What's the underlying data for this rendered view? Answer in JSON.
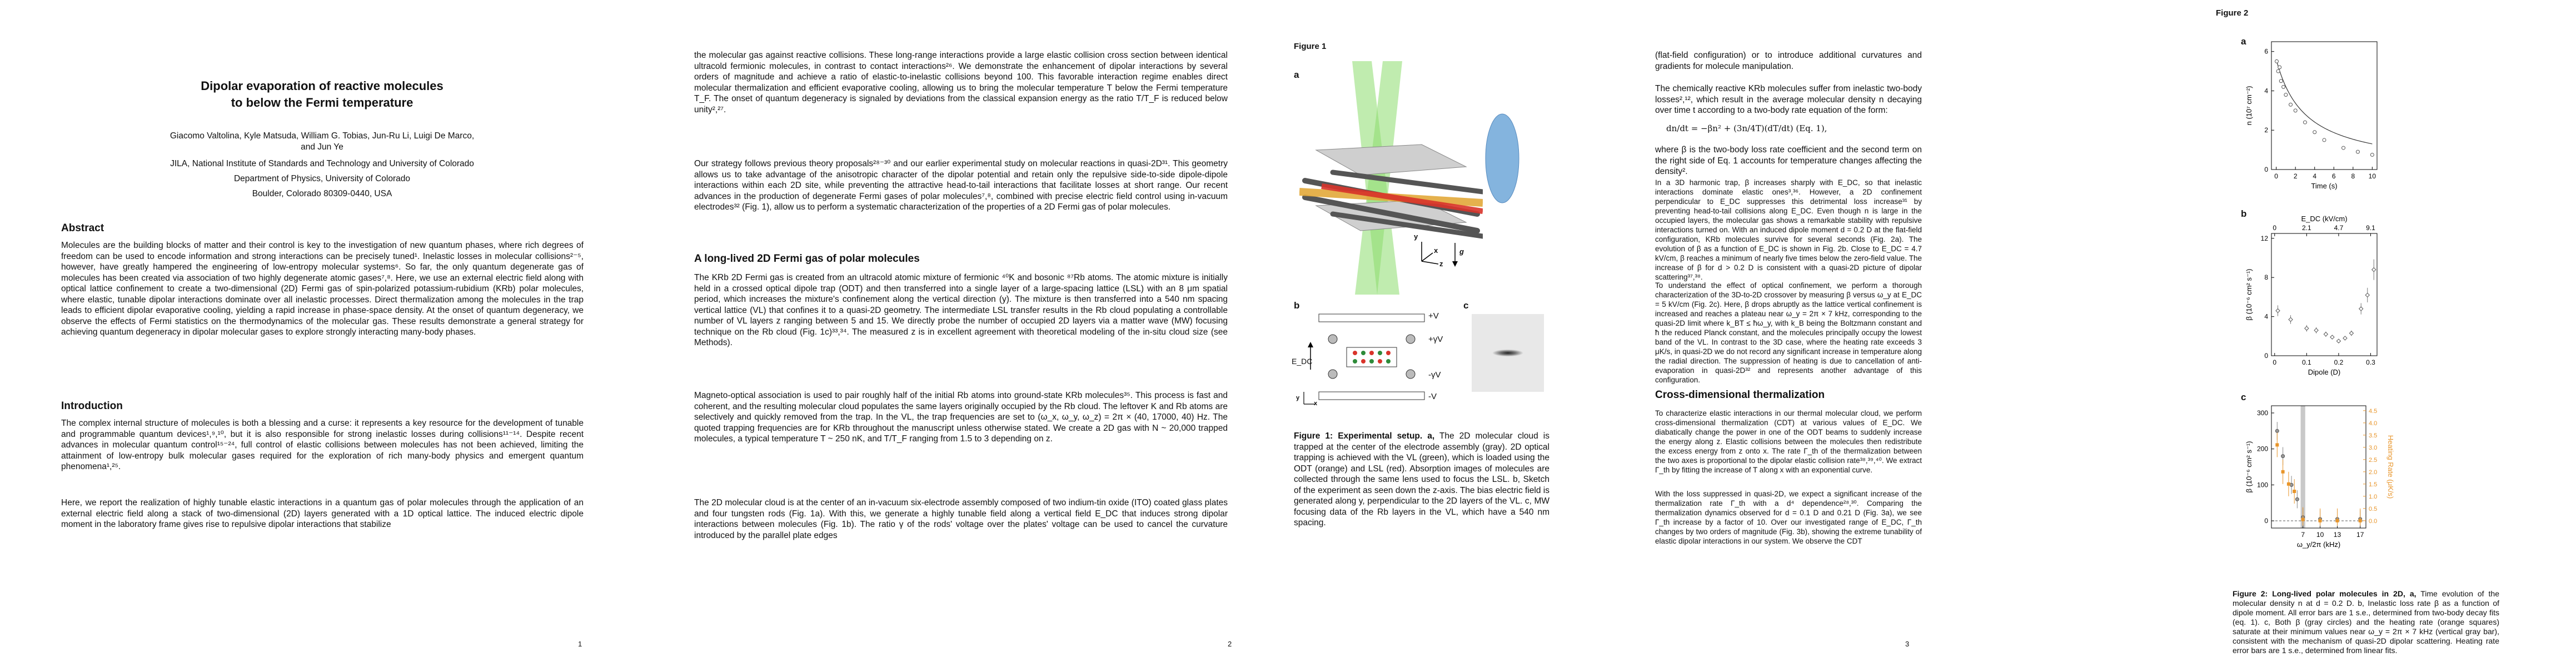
{
  "page1": {
    "title_line1": "Dipolar evaporation of reactive molecules",
    "title_line2": "to below the Fermi temperature",
    "authors": "Giacomo Valtolina, Kyle Matsuda, William G. Tobias, Jun-Ru Li, Luigi De Marco, and Jun Ye",
    "affil1": "JILA, National Institute of Standards and Technology and University of Colorado",
    "affil2": "Department of Physics, University of Colorado",
    "affil3": "Boulder, Colorado 80309-0440, USA",
    "abstract_heading": "Abstract",
    "abstract": "Molecules are the building blocks of matter and their control is key to the investigation of new quantum phases, where rich degrees of freedom can be used to encode information and strong interactions can be precisely tuned¹. Inelastic losses in molecular collisions²⁻⁵, however, have greatly hampered the engineering of low-entropy molecular systems⁶. So far, the only quantum degenerate gas of molecules has been created via association of two highly degenerate atomic gases⁷,⁸. Here, we use an external electric field along with optical lattice confinement to create a two-dimensional (2D) Fermi gas of spin-polarized potassium-rubidium (KRb) polar molecules, where elastic, tunable dipolar interactions dominate over all inelastic processes. Direct thermalization among the molecules in the trap leads to efficient dipolar evaporative cooling, yielding a rapid increase in phase-space density. At the onset of quantum degeneracy, we observe the effects of Fermi statistics on the thermodynamics of the molecular gas. These results demonstrate a general strategy for achieving quantum degeneracy in dipolar molecular gases to explore strongly interacting many-body phases.",
    "intro_heading": "Introduction",
    "intro_p1": "The complex internal structure of molecules is both a blessing and a curse: it represents a key resource for the development of tunable and programmable quantum devices¹,⁹,¹⁰, but it is also responsible for strong inelastic losses during collisions¹¹⁻¹⁴. Despite recent advances in molecular quantum control¹⁵⁻²⁴, full control of elastic collisions between molecules has not been achieved, limiting the attainment of low-entropy bulk molecular gases required for the exploration of rich many-body physics and emergent quantum phenomena¹,²⁵.",
    "intro_p2": "Here, we report the realization of highly tunable elastic interactions in a quantum gas of polar molecules through the application of an external electric field along a stack of two-dimensional (2D) layers generated with a 1D optical lattice. The induced electric dipole moment in the laboratory frame gives rise to repulsive dipolar interactions that stabilize",
    "page_number": "1"
  },
  "page2": {
    "p1": "the molecular gas against reactive collisions. These long-range interactions provide a large elastic collision cross section between identical ultracold fermionic molecules, in contrast to contact interactions²⁶. We demonstrate the enhancement of dipolar interactions by several orders of magnitude and achieve a ratio of elastic-to-inelastic collisions beyond 100. This favorable interaction regime enables direct molecular thermalization and efficient evaporative cooling, allowing us to bring the molecular temperature T below the Fermi temperature T_F. The onset of quantum degeneracy is signaled by deviations from the classical expansion energy as the ratio T/T_F is reduced below unity²,²⁷.",
    "p2": "Our strategy follows previous theory proposals²⁸⁻³⁰ and our earlier experimental study on molecular reactions in quasi-2D³¹. This geometry allows us to take advantage of the anisotropic character of the dipolar potential and retain only the repulsive side-to-side dipole-dipole interactions within each 2D site, while preventing the attractive head-to-tail interactions that facilitate losses at short range. Our recent advances in the production of degenerate Fermi gases of polar molecules⁷,⁸, combined with precise electric field control using in-vacuum electrodes³² (Fig. 1), allow us to perform a systematic characterization of the properties of a 2D Fermi gas of polar molecules.",
    "heading": "A long-lived 2D Fermi gas of polar molecules",
    "p3": "The KRb 2D Fermi gas is created from an ultracold atomic mixture of fermionic ⁴⁰K and bosonic ⁸⁷Rb atoms. The atomic mixture is initially held in a crossed optical dipole trap (ODT) and then transferred into a single layer of a large-spacing lattice (LSL) with an 8 μm spatial period, which increases the mixture's confinement along the vertical direction (y). The mixture is then transferred into a 540 nm spacing vertical lattice (VL) that confines it to a quasi-2D geometry. The intermediate LSL transfer results in the Rb cloud populating a controllable number of VL layers z ranging between 5 and 15. We directly probe the number of occupied 2D layers via a matter wave (MW) focusing technique on the Rb cloud (Fig. 1c)³³,³⁴. The measured z is in excellent agreement with theoretical modeling of the in-situ cloud size (see Methods).",
    "p4": "Magneto-optical association is used to pair roughly half of the initial Rb atoms into ground-state KRb molecules³⁵. This process is fast and coherent, and the resulting molecular cloud populates the same layers originally occupied by the Rb cloud. The leftover K and Rb atoms are selectively and quickly removed from the trap. In the VL, the trap frequencies are set to (ω_x, ω_y, ω_z) = 2π × (40, 17000, 40) Hz. The quoted trapping frequencies are for KRb throughout the manuscript unless otherwise stated. We create a 2D gas with N ~ 20,000 trapped molecules, a typical temperature T ~ 250 nK, and T/T_F ranging from 1.5 to 3 depending on z.",
    "p5": "The 2D molecular cloud is at the center of an in-vacuum six-electrode assembly composed of two indium-tin oxide (ITO) coated glass plates and four tungsten rods (Fig. 1a). With this, we generate a highly tunable field along a vertical field E_DC that induces strong dipolar interactions between molecules (Fig. 1b). The ratio γ of the rods' voltage over the plates' voltage can be used to cancel the curvature introduced by the parallel plate edges",
    "page_number": "2"
  },
  "figure1": {
    "label": "Figure 1",
    "panel_a": "a",
    "panel_b": "b",
    "panel_c": "c",
    "axis_x": "x",
    "axis_y": "y",
    "axis_z": "z",
    "gravity": "g",
    "plus_v": "+V",
    "plus_gv": "+γV",
    "minus_gv": "-γV",
    "minus_v": "-V",
    "edc": "E_DC",
    "caption_bold": "Figure 1: Experimental setup. a,",
    "caption": "The 2D molecular cloud is trapped at the center of the electrode assembly (gray). 2D optical trapping is achieved with the VL (green), which is loaded using the ODT (orange) and LSL (red). Absorption images of molecules are collected through the same lens used to focus the LSL. b, Sketch of the experiment as seen down the z-axis. The bias electric field is generated along y, perpendicular to the 2D layers of the VL. c, MW focusing data of the Rb layers in the VL, which have a 540 nm spacing."
  },
  "page3": {
    "p1": "(flat-field configuration) or to introduce additional curvatures and gradients for molecule manipulation.",
    "p2": "The chemically reactive KRb molecules suffer from inelastic two-body losses²,¹², which result in the average molecular density n decaying over time t according to a two-body rate equation of the form:",
    "equation": "dn/dt = −βn² + (3n/4T)(dT/dt)        (Eq. 1),",
    "p3": "where β is the two-body loss rate coefficient and the second term on the right side of Eq. 1 accounts for temperature changes affecting the density².",
    "p4": "In a 3D harmonic trap, β increases sharply with E_DC, so that inelastic interactions dominate elastic ones³,³⁶. However, a 2D confinement perpendicular to E_DC suppresses this detrimental loss increase³¹ by preventing head-to-tail collisions along E_DC. Even though n is large in the occupied layers, the molecular gas shows a remarkable stability with repulsive interactions turned on. With an induced dipole moment d = 0.2 D at the flat-field configuration, KRb molecules survive for several seconds (Fig. 2a). The evolution of β as a function of E_DC is shown in Fig. 2b. Close to E_DC = 4.7 kV/cm, β reaches a minimum of nearly five times below the zero-field value. The increase of β for d > 0.2 D is consistent with a quasi-2D picture of dipolar scattering³⁷,³⁸.",
    "p5": "To understand the effect of optical confinement, we perform a thorough characterization of the 3D-to-2D crossover by measuring β versus ω_y at E_DC = 5 kV/cm (Fig. 2c). Here, β drops abruptly as the lattice vertical confinement is increased and reaches a plateau near ω_y = 2π × 7 kHz, corresponding to the quasi-2D limit where k_BT ≤ ħω_y, with k_B being the Boltzmann constant and ħ the reduced Planck constant, and the molecules principally occupy the lowest band of the VL. In contrast to the 3D case, where the heating rate exceeds 3 μK/s, in quasi-2D we do not record any significant increase in temperature along the radial direction. The suppression of heating is due to cancellation of anti-evaporation in quasi-2D³² and represents another advantage of this configuration.",
    "heading": "Cross-dimensional thermalization",
    "p6": "To characterize elastic interactions in our thermal molecular cloud, we perform cross-dimensional thermalization (CDT) at various values of E_DC. We diabatically change the power in one of the ODT beams to suddenly increase the energy along z. Elastic collisions between the molecules then redistribute the excess energy from z onto x. The rate Γ_th of the thermalization between the two axes is proportional to the dipolar elastic collision rate³⁸,³⁹,⁴⁰. We extract Γ_th by fitting the increase of T along x with an exponential curve.",
    "p7": "With the loss suppressed in quasi-2D, we expect a significant increase of the thermalization rate Γ_th with a d⁴ dependence²⁸,³⁰. Comparing the thermalization dynamics observed for d = 0.1 D and 0.21 D (Fig. 3a), we see Γ_th increase by a factor of 10. Over our investigated range of E_DC, Γ_th changes by two orders of magnitude (Fig. 3b), showing the extreme tunability of elastic dipolar interactions in our system. We observe the CDT",
    "page_number": "3"
  },
  "figure2": {
    "label": "Figure 2",
    "caption_bold": "Figure 2: Long-lived polar molecules in 2D, a,",
    "caption": "Time evolution of the molecular density n at d = 0.2 D. b, Inelastic loss rate β as a function of dipole moment. All error bars are 1 s.e., determined from two-body decay fits (eq. 1). c, Both β (gray circles) and the heating rate (orange squares) saturate at their minimum values near ω_y = 2π × 7 kHz (vertical gray bar), consistent with the mechanism of quasi-2D dipolar scattering. Heating rate error bars are 1 s.e., determined from linear fits."
  },
  "chart_data": [
    {
      "type": "scatter",
      "panel": "a",
      "xlabel": "Time (s)",
      "ylabel": "n (10⁷ cm⁻²)",
      "xlim": [
        -0.5,
        10.5
      ],
      "ylim": [
        0,
        6.5
      ],
      "xticks": [
        0,
        2,
        4,
        6,
        8,
        10
      ],
      "yticks": [
        0,
        2,
        4,
        6
      ],
      "x": [
        0.05,
        0.2,
        0.35,
        0.5,
        0.75,
        1.0,
        1.5,
        2.0,
        3.0,
        4.0,
        5.0,
        7.0,
        8.5,
        10.0
      ],
      "y": [
        5.5,
        5.0,
        5.2,
        4.5,
        4.2,
        3.8,
        3.3,
        3.0,
        2.4,
        1.9,
        1.5,
        1.1,
        0.9,
        0.75
      ],
      "fit": true
    },
    {
      "type": "scatter",
      "panel": "b",
      "xlabel": "Dipole (D)",
      "ylabel": "β (10⁻⁶ cm² s⁻¹)",
      "top_label": "E_DC (kV/cm)",
      "top_ticks": [
        "0",
        "2.1",
        "4.7",
        "9.1"
      ],
      "xlim": [
        -0.01,
        0.32
      ],
      "ylim": [
        0,
        12.5
      ],
      "xticks": [
        0,
        0.1,
        0.2,
        0.3
      ],
      "yticks": [
        0,
        4,
        8,
        12
      ],
      "x": [
        0.01,
        0.05,
        0.1,
        0.13,
        0.16,
        0.18,
        0.2,
        0.22,
        0.24,
        0.27,
        0.29,
        0.31
      ],
      "y": [
        4.6,
        3.7,
        2.8,
        2.6,
        2.2,
        1.9,
        1.5,
        1.8,
        2.3,
        4.8,
        6.2,
        8.8
      ]
    },
    {
      "type": "scatter",
      "panel": "c",
      "xlabel": "ω_y/2π (kHz)",
      "ylabel": "β (10⁻⁶ cm² s⁻¹)",
      "ylabel_right": "Heating Rate (μK/s)",
      "xticks": [
        "7",
        "10",
        "13",
        "17"
      ],
      "yticks": [
        0,
        100,
        200,
        300
      ],
      "yticks_right": [
        "0.0",
        "0.5",
        "1.0",
        "1.5",
        "2.0",
        "2.5",
        "3.0",
        "3.5",
        "4.0",
        "4.5"
      ],
      "beta_x": [
        2.5,
        3.5,
        5.0,
        6.0,
        7.0,
        10.0,
        13.0,
        17.0
      ],
      "beta_y": [
        250,
        180,
        100,
        60,
        10,
        5,
        5,
        5
      ],
      "heating_x": [
        2.5,
        3.5,
        4.5,
        5.5,
        7.0,
        10.0,
        13.0,
        17.0
      ],
      "heating_y": [
        3.1,
        2.0,
        1.5,
        1.2,
        0.05,
        0.0,
        0.0,
        0.0
      ]
    }
  ],
  "colors": {
    "orange": "#e8952a",
    "gray_band": "#c8c8c8",
    "vl_green": "#8ddc6e",
    "odt_orange": "#e3a93a",
    "lsl_red": "#d9342b",
    "lens_blue": "#6fa7d9"
  },
  "page4_number": ""
}
